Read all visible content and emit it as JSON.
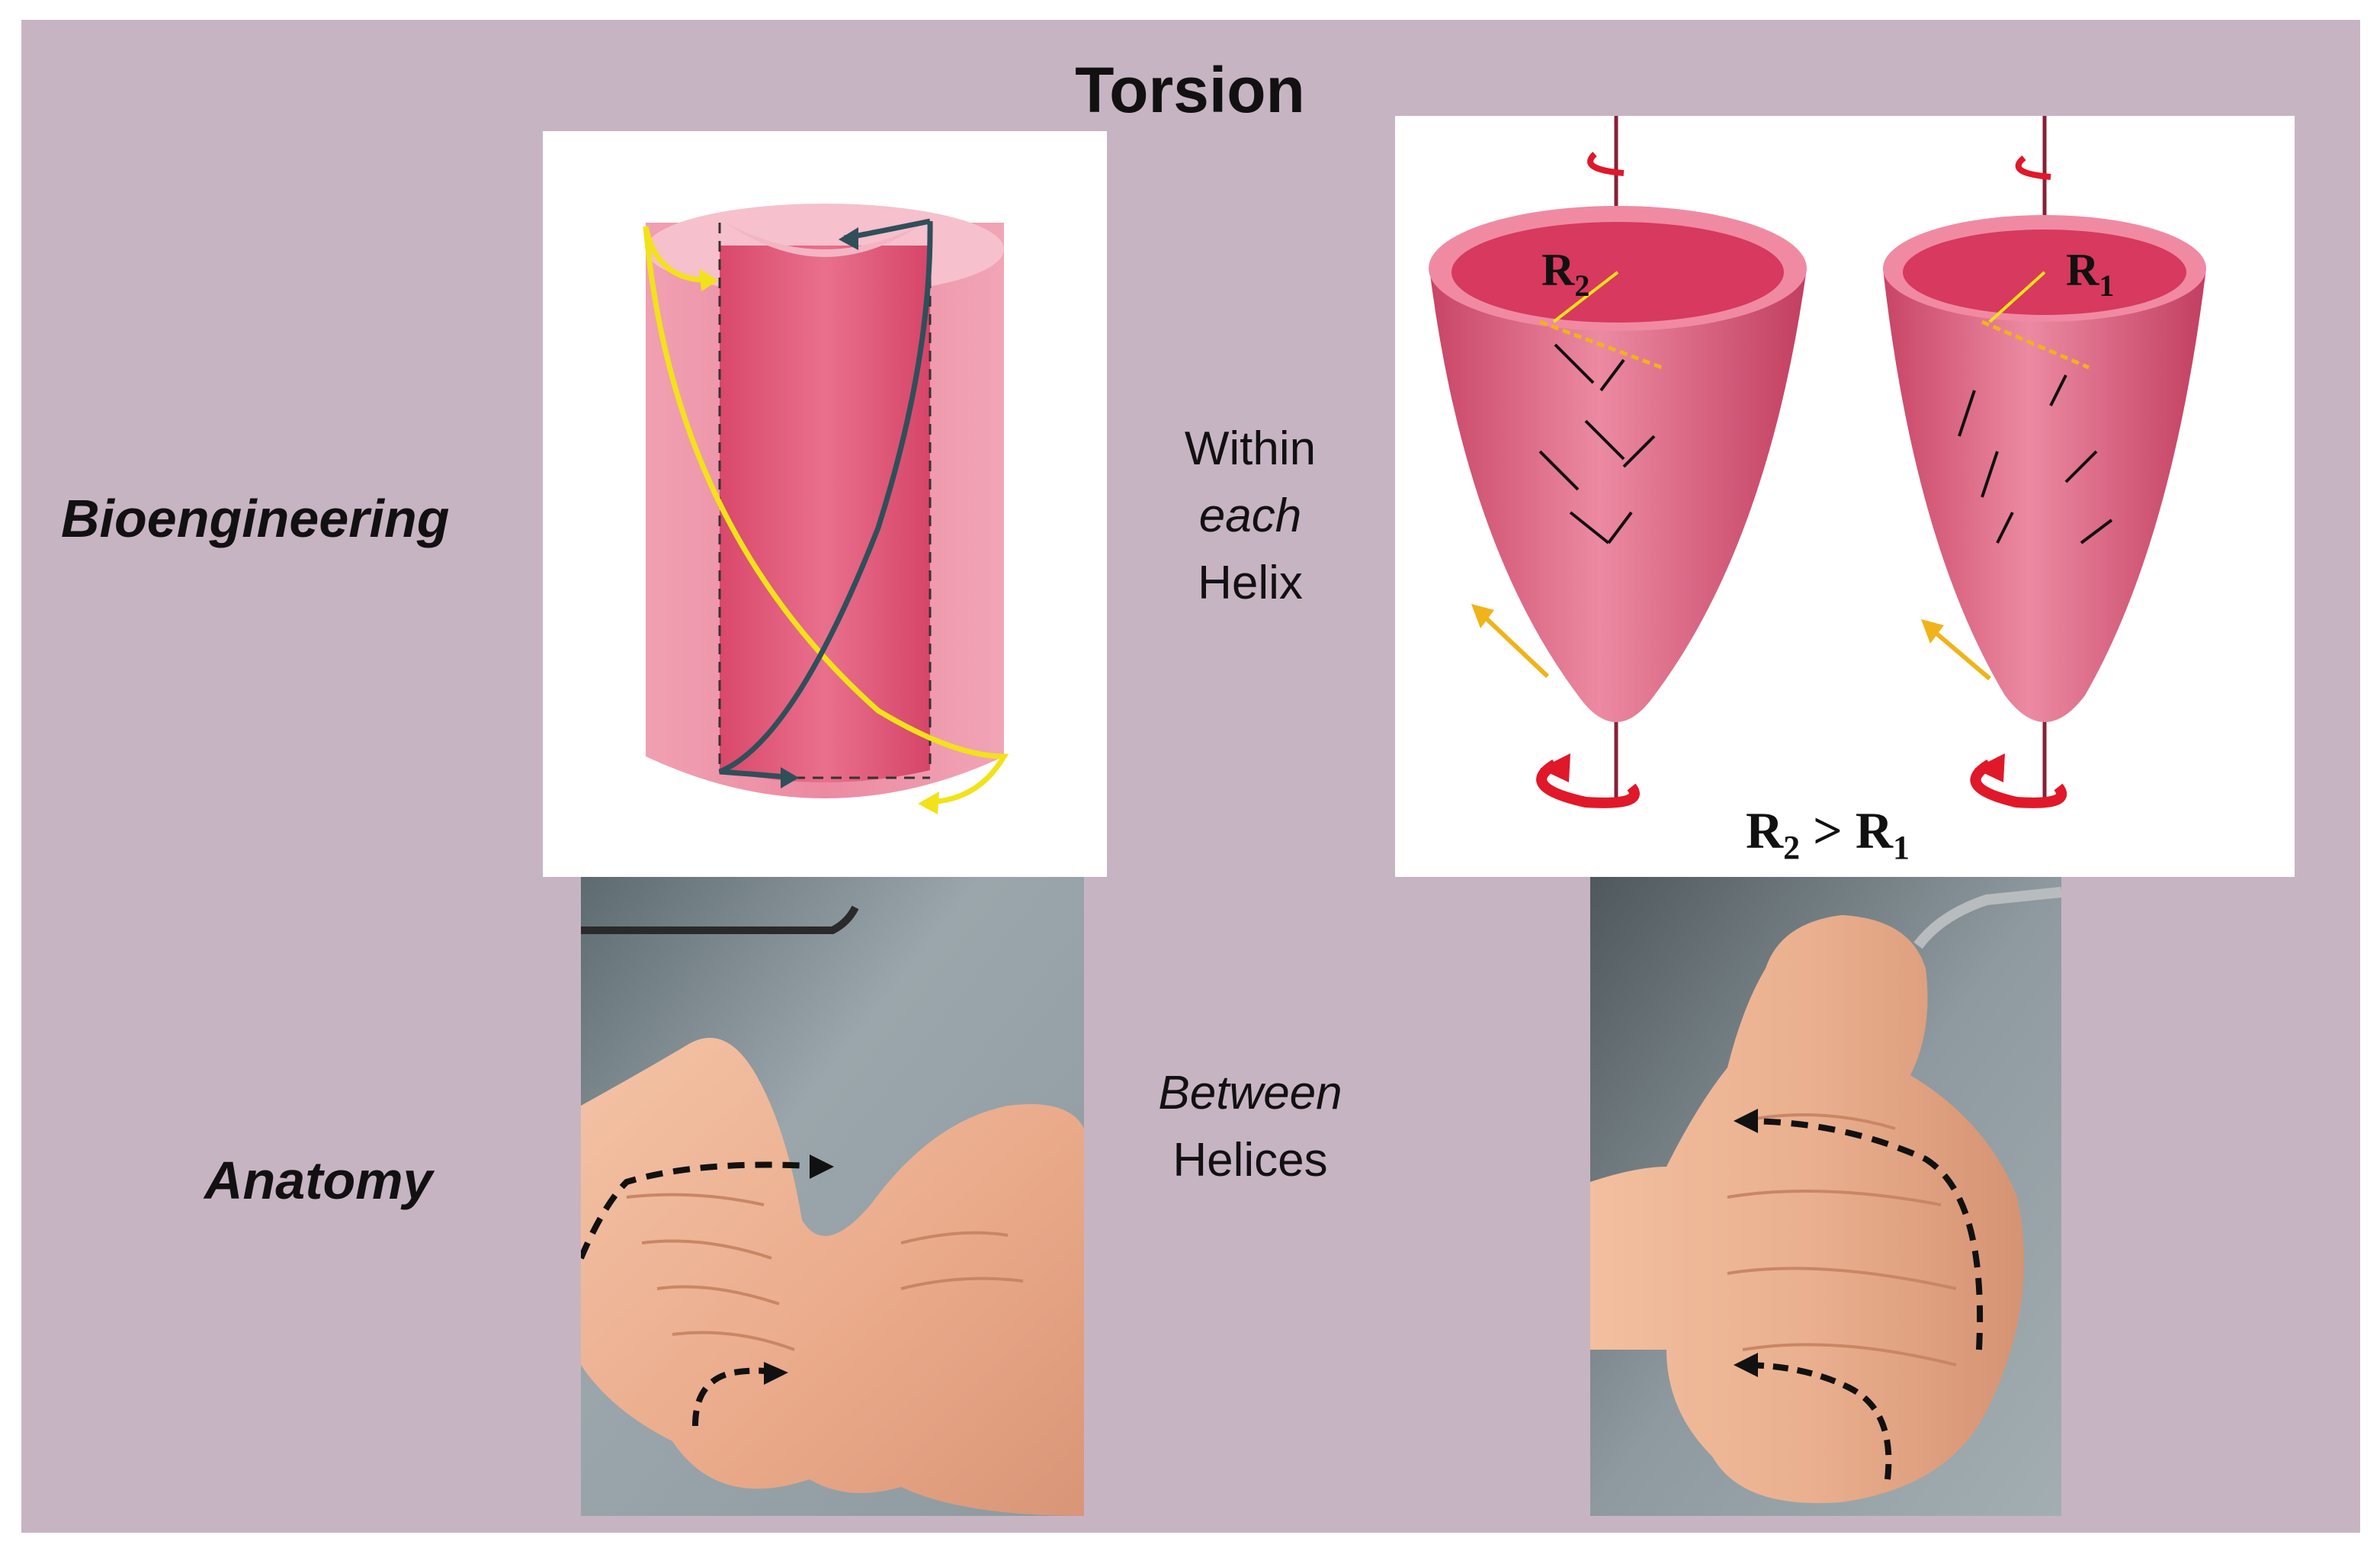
{
  "title": "Torsion",
  "rows": {
    "bioengineering_label": "Bioengineering",
    "anatomy_label": "Anatomy"
  },
  "middle": {
    "within_line1": "Within",
    "within_line2": "each",
    "within_line3": "Helix",
    "between_line1": "Between",
    "between_line2": "Helices"
  },
  "cones": {
    "left_radius_label": "R",
    "left_radius_sub": "2",
    "right_radius_label": "R",
    "right_radius_sub": "1",
    "comparison_main_a": "R",
    "comparison_sub_a": "2",
    "comparison_op": " > ",
    "comparison_main_b": "R",
    "comparison_sub_b": "1"
  },
  "colors": {
    "slide_background": "#c7b4c3",
    "myocardium_pink": "#e0607c",
    "helix_yellow": "#f2e21a",
    "helix_teal": "#2f4f5a",
    "rotation_red": "#e0182a",
    "tissue_peach": "#efb393"
  }
}
